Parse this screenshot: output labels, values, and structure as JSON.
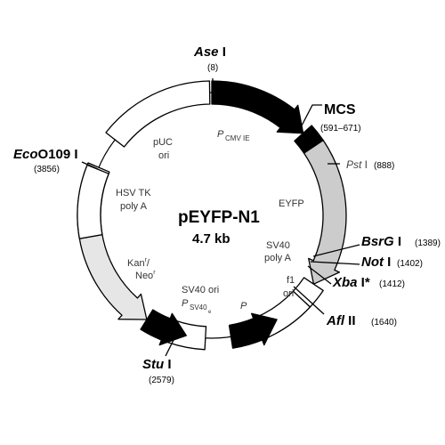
{
  "map": {
    "title": "pEYFP-N1",
    "size": "4.7 kb",
    "colors": {
      "black": "#000000",
      "white": "#ffffff",
      "gray": "#cccccc",
      "light": "#e6e6e6"
    }
  },
  "sites": {
    "ase": {
      "italic": "Ase",
      "roman": " I",
      "pos": "(8)"
    },
    "mcs": {
      "name": "MCS",
      "pos": "(591–671)"
    },
    "pst": {
      "italic": "Pst",
      "roman": " I",
      "pos": "(888)"
    },
    "bsrg": {
      "italic": "BsrG",
      "roman": " I",
      "pos": "(1389)"
    },
    "not": {
      "italic": "Not",
      "roman": " I",
      "pos": "(1402)"
    },
    "xba": {
      "italic": "Xba",
      "roman": " I*",
      "pos": "(1412)"
    },
    "afl": {
      "italic": "Afl",
      "roman": " II",
      "pos": "(1640)"
    },
    "stu": {
      "italic": "Stu",
      "roman": " I",
      "pos": "(2579)"
    },
    "eco": {
      "italic": "Eco",
      "roman": "O109 I",
      "pos": "(3856)"
    }
  },
  "features": {
    "pcmv": {
      "main": "P",
      "sub": "CMV IE"
    },
    "eyfp": "EYFP",
    "sv40_polya": [
      "SV40",
      "poly A"
    ],
    "f1_ori": [
      "f1",
      "ori"
    ],
    "p_promoter": "P",
    "sv40_ori": "SV40 ori",
    "psv40": {
      "main": "P",
      "sub": "SV40",
      "sub2": "e"
    },
    "kan": {
      "line1": "Kan",
      "sup1": "r",
      "line2": "Neo",
      "sup2": "r"
    },
    "hsv": [
      "HSV TK",
      "poly A"
    ],
    "puc": [
      "pUC",
      "ori"
    ]
  }
}
